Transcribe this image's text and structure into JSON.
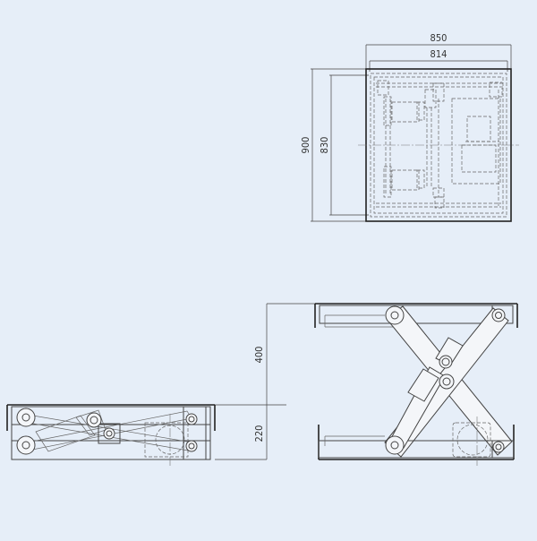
{
  "drawing": {
    "subject": "Scissor lift table technical drawing",
    "background_color": "#e6eef8",
    "line_color": "#444444",
    "views": {
      "top_view": {
        "dimensions": {
          "outer_width": "850",
          "inner_width": "814",
          "outer_depth": "900",
          "inner_depth": "830"
        }
      },
      "side_view_raised": {
        "dimensions": {
          "lift_stroke": "400",
          "lowered_height": "220"
        }
      },
      "side_view_lowered": {}
    }
  }
}
